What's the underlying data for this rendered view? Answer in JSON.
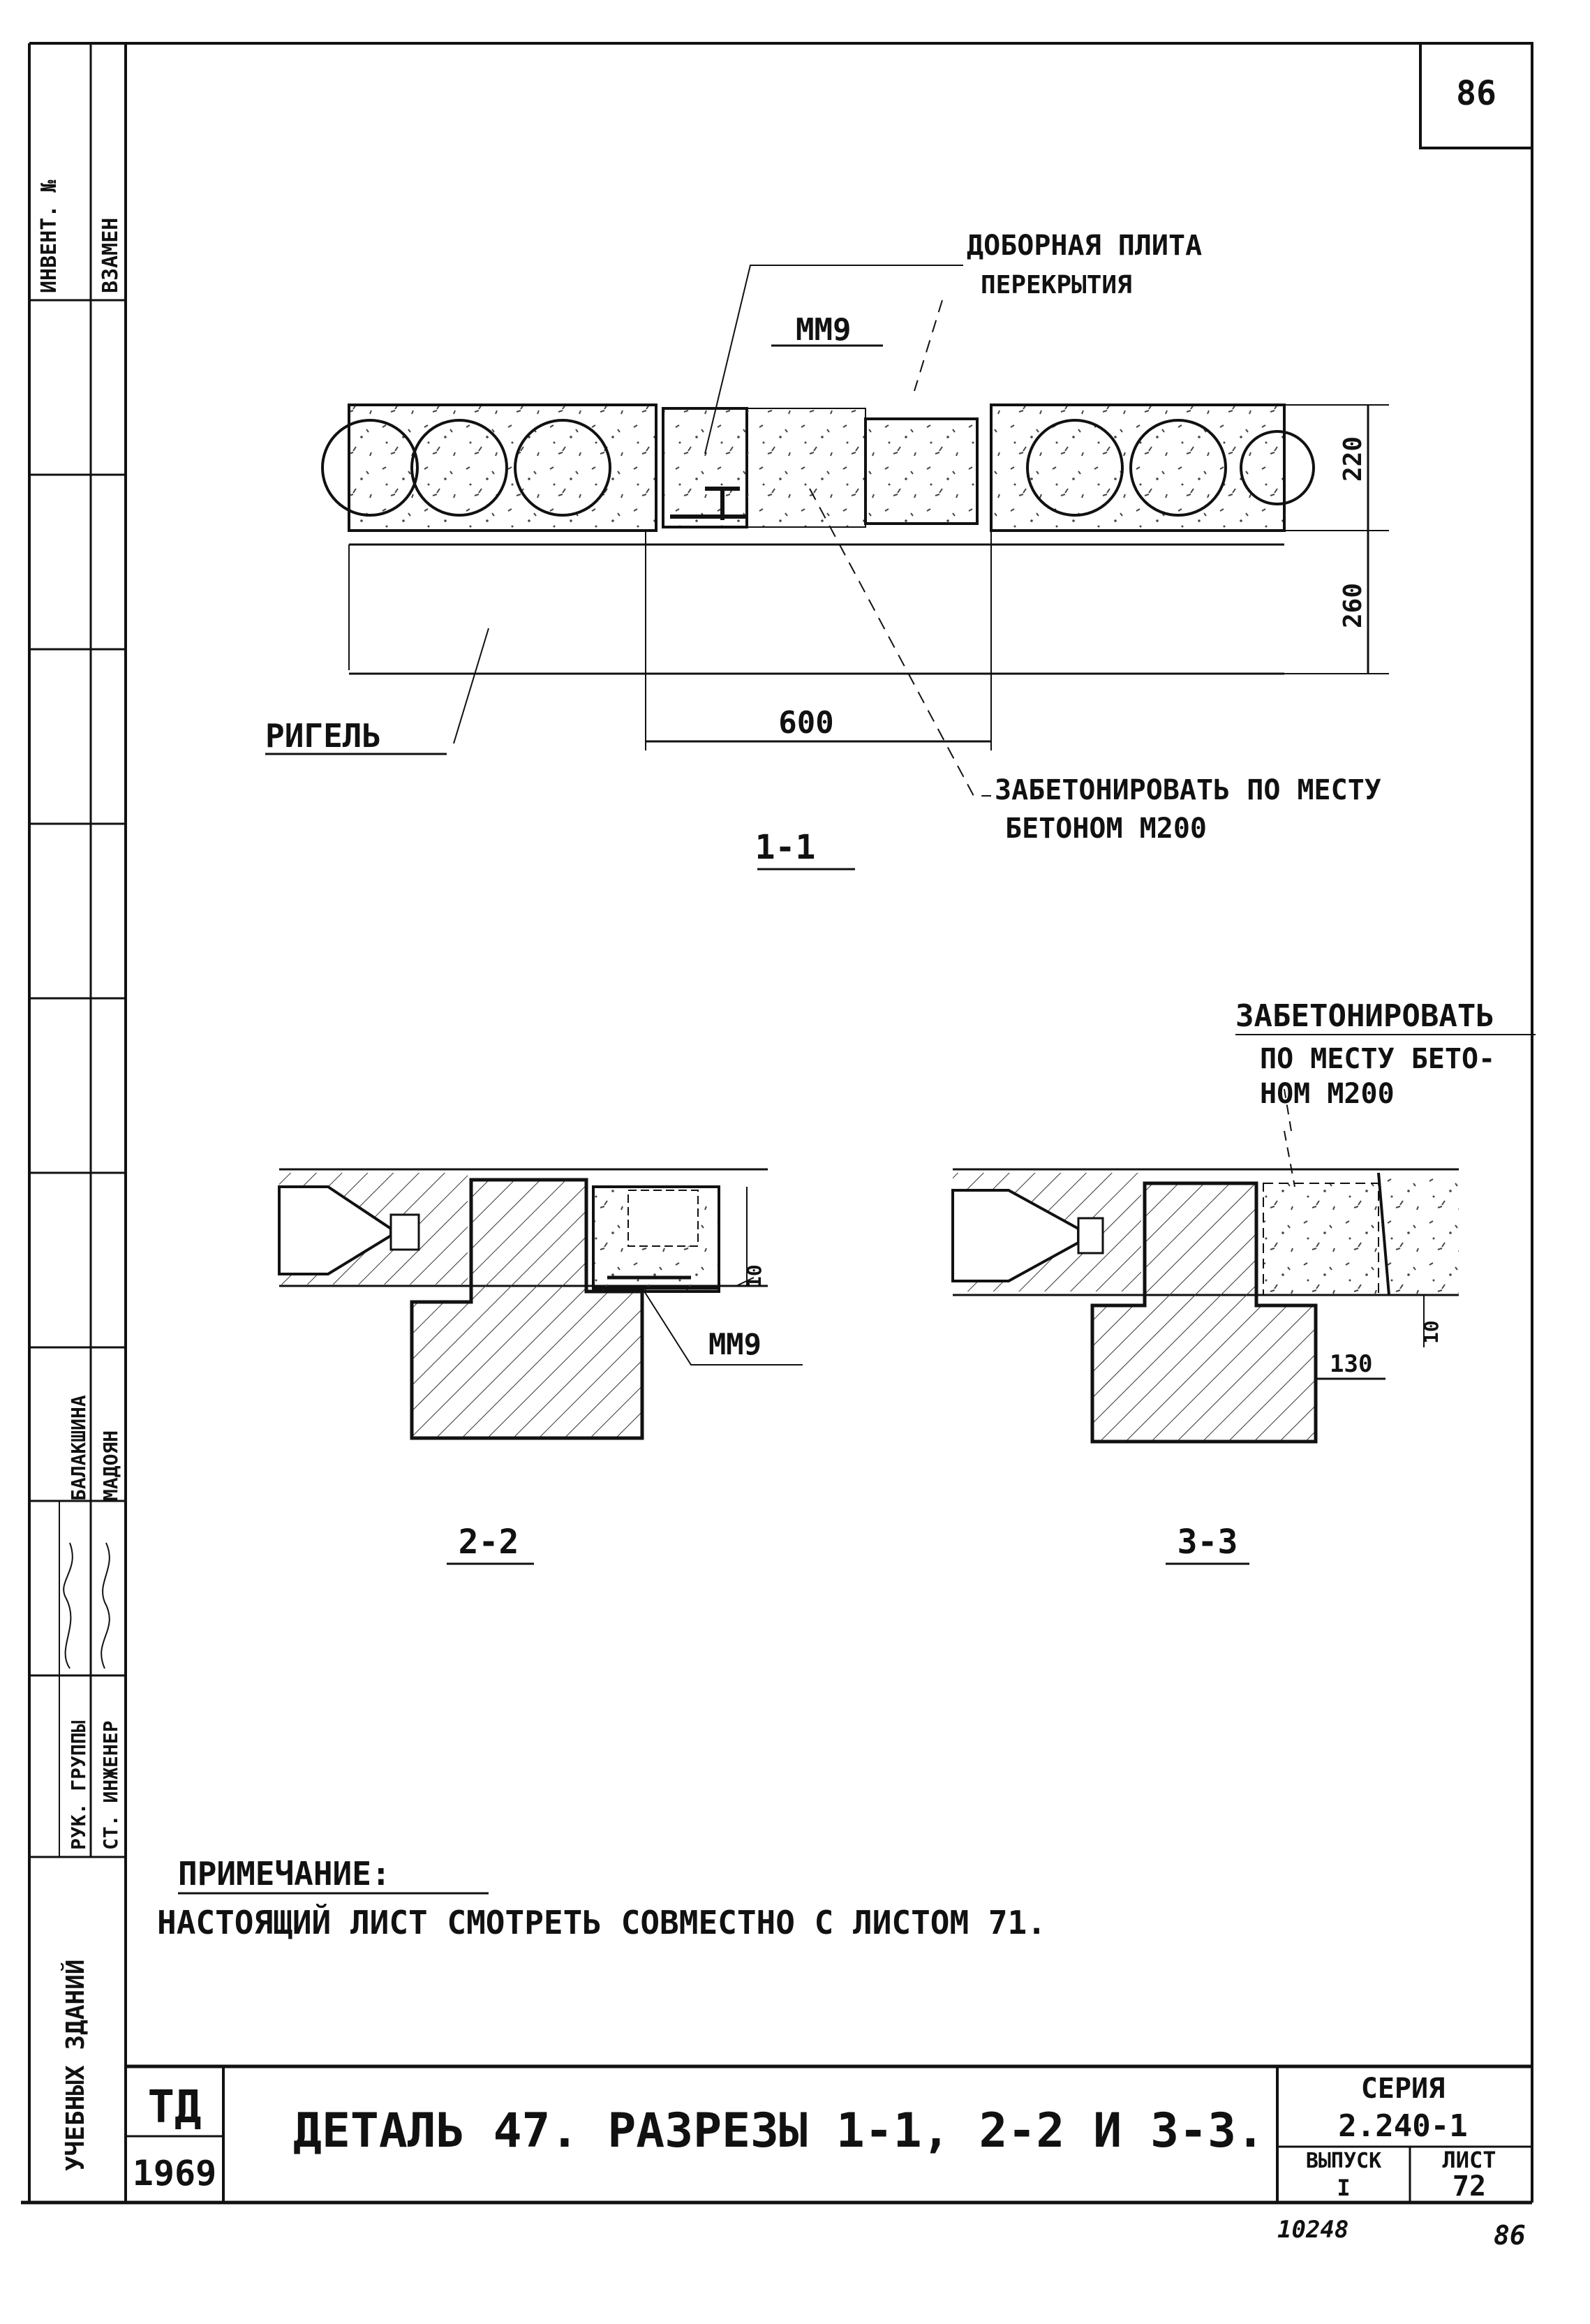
{
  "page_number": "86",
  "stamp_bottom_right": "86",
  "archive_number": "10248",
  "side_labels": {
    "inv_no": "ИНВЕНТ. №",
    "in_exchange": "ВЗАМЕН",
    "course": "УЧЕБНЫХ ЗДАНИЙ",
    "group_head": "РУК. ГРУППЫ",
    "senior_engineer": "СТ. ИНЖЕНЕР",
    "group_head_name": "БАЛАКШИНА",
    "senior_engineer_name": "МАДОЯН"
  },
  "section_1_1": {
    "title": "1-1",
    "labels": {
      "infill_plate_1": "ДОБОРНАЯ ПЛИТА",
      "infill_plate_2": "ПЕРЕКРЫТИЯ",
      "embedded_part": "ММ9",
      "beam": "РИГЕЛЬ",
      "concrete_note_1": "ЗАБЕТОНИРОВАТЬ ПО МЕСТУ",
      "concrete_note_2": "БЕТОНОМ М200"
    },
    "dimensions": {
      "width": "600",
      "slab_height": "220",
      "beam_height": "260"
    }
  },
  "section_2_2": {
    "title": "2-2",
    "labels": {
      "embedded_part": "ММ9"
    },
    "dimensions": {
      "gap": "10"
    }
  },
  "section_3_3": {
    "title": "3-3",
    "labels": {
      "concrete_note_1": "ЗАБЕТОНИРОВАТЬ",
      "concrete_note_2": "ПО МЕСТУ БЕТО-",
      "concrete_note_3": "НОМ М200"
    },
    "dimensions": {
      "gap": "10",
      "overlap": "130"
    }
  },
  "note": {
    "heading": "ПРИМЕЧАНИЕ:",
    "text": "НАСТОЯЩИЙ ЛИСТ СМОТРЕТЬ СОВМЕСТНО С ЛИСТОМ 71."
  },
  "title_block": {
    "code": "ТД",
    "year": "1969",
    "title": "ДЕТАЛЬ 47. РАЗРЕЗЫ 1-1, 2-2 И 3-3.",
    "series_label": "СЕРИЯ",
    "series_value": "2.240-1",
    "issue_label": "ВЫПУСК",
    "issue_value": "I",
    "sheet_label": "ЛИСТ",
    "sheet_value": "72"
  }
}
